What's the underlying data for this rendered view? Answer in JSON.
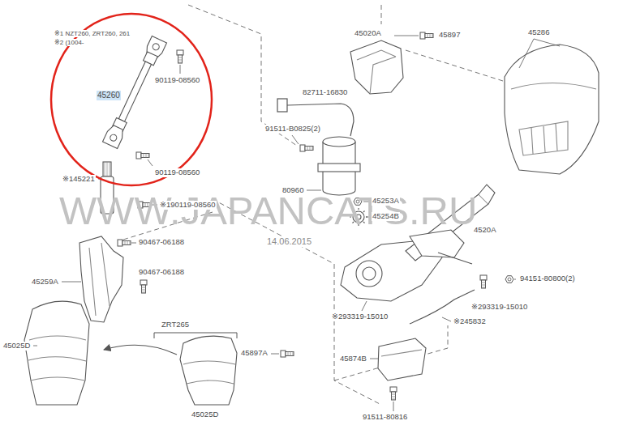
{
  "diagram": {
    "nodes": [
      {
        "text": [
          "45260",
          "90119-08560"
        ]
      }
    ],
    "labels": [
      "※1 NZT260, ZRT260, 261",
      "※2 (1004-",
      "90119-08560",
      "※145221",
      "※190119-08560",
      "90467-06188",
      "90467-06188",
      "45259A",
      "45025D",
      "ZRT265",
      "45025D",
      "45897A",
      "45874B",
      "91511-80816",
      "※293319-15010",
      "※293319-15010",
      "※245832",
      "94151-80800(2)",
      "45020A",
      "45897",
      "45286",
      "82711-16830",
      "91511-B0825(2)",
      "80960",
      "45253A",
      "45254B",
      "4520A",
      "WWW.JAPANCATS.RU",
      "14.06.2015"
    ]
  }
}
